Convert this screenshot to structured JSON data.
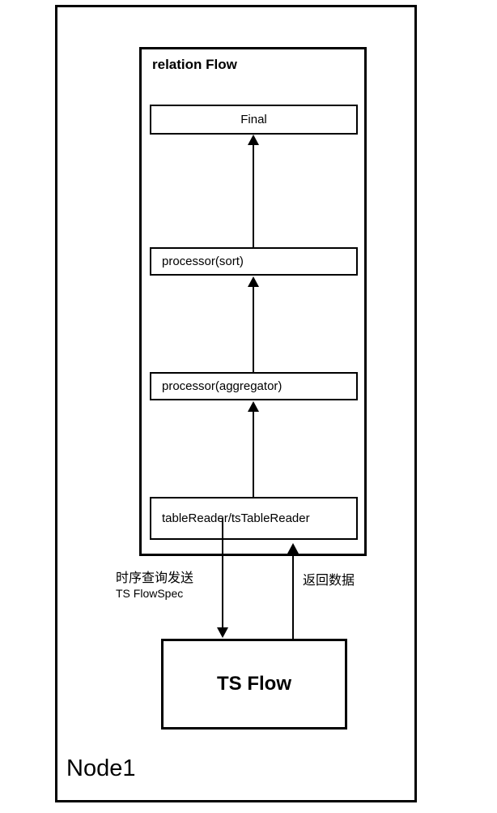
{
  "diagram": {
    "node": {
      "label": "Node1"
    },
    "relation_flow": {
      "title": "relation Flow",
      "stages": [
        {
          "id": "final",
          "label": "Final"
        },
        {
          "id": "sort",
          "label": "processor(sort)"
        },
        {
          "id": "aggregator",
          "label": "processor(aggregator)"
        },
        {
          "id": "table_reader",
          "label": "tableReader/tsTableReader"
        }
      ]
    },
    "ts_flow": {
      "label": "TS Flow"
    },
    "edges": [
      {
        "id": "reader-to-aggregator",
        "direction": "up",
        "label": ""
      },
      {
        "id": "aggregator-to-sort",
        "direction": "up",
        "label": ""
      },
      {
        "id": "sort-to-final",
        "direction": "up",
        "label": ""
      },
      {
        "id": "reader-to-tsflow",
        "direction": "down",
        "label_line1": "时序查询发送",
        "label_line2": "TS FlowSpec"
      },
      {
        "id": "tsflow-to-reader",
        "direction": "up",
        "label_line1": "返回数据",
        "label_line2": ""
      }
    ],
    "colors": {
      "stroke": "#000000",
      "background": "#ffffff"
    }
  }
}
